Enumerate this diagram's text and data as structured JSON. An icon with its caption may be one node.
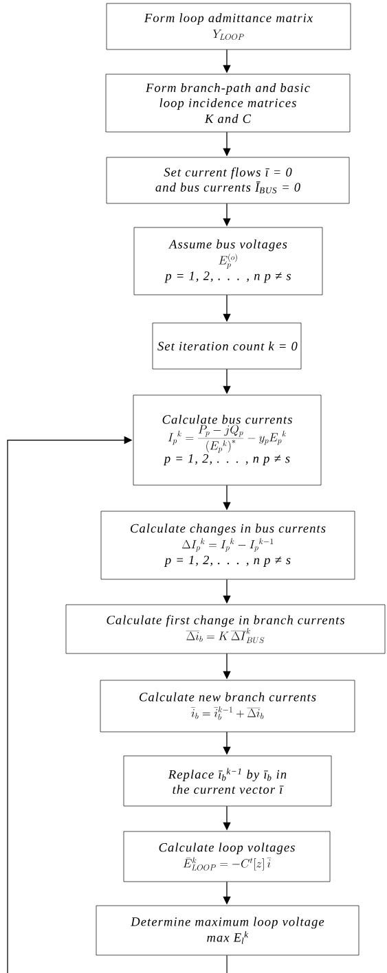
{
  "diagram": {
    "nodes": [
      {
        "text": [
          "Form loop admittance matrix",
          "Y_{LOOP}"
        ]
      },
      {
        "text": [
          "Form branch-path and basic loop incidence matrices",
          "K and C"
        ]
      },
      {
        "text": [
          "Set current flows ī = 0 and bus currents Ī$_{BUS}$ = 0"
        ]
      },
      {
        "text": [
          "Assume bus voltages",
          "E_p^{(o)}",
          "p = 1, 2, . . . , n   p ≠ s"
        ]
      },
      {
        "text": [
          "Set iteration count k = 0"
        ]
      },
      {
        "text": [
          "Calculate bus currents",
          "I_p{}^{k} = \\frac{P_p - jQ_p}{\\left(E_p{}^{k}\\right)^{*}} - y_p E_p{}^{k}",
          "p = 1, 2, . . . , n   p ≠ s"
        ]
      },
      {
        "text": [
          "Calculate changes in bus currents",
          "\\Delta I_p{}^{k} = I_p{}^{k} - I_p{}^{k-1}",
          "p = 1, 2, . . . , n   p ≠ s"
        ]
      },
      {
        "text": [
          "Calculate first change in branch currents",
          "\\overline{\\Delta i}_b = K\\,\\overline{\\Delta I}^{k}_{BUS}"
        ]
      },
      {
        "text": [
          "Calculate new branch currents",
          "\\bar{i}_b = \\bar{i}_b^{k-1} + \\overline{\\Delta i}_b"
        ]
      },
      {
        "text": [
          "Replace ī$_{b}$$^{k−1}$ by ī$_{b}$ in the current vector ī"
        ]
      },
      {
        "text": [
          "Calculate loop voltages",
          "\\bar{E}^{k}_{LOOP} = -C^{t}[z]\\,\\bar{i}"
        ]
      },
      {
        "text": [
          "Determine maximum loop voltage",
          "max E$_{l}$$^{k}$"
        ]
      }
    ],
    "edges": [
      {
        "from": 0,
        "to": 1,
        "arrow": "to"
      },
      {
        "from": 1,
        "to": 2,
        "arrow": "to"
      },
      {
        "from": 2,
        "to": 3,
        "arrow": "to"
      },
      {
        "from": 3,
        "to": 4,
        "arrow": "to"
      },
      {
        "from": 4,
        "to": 5,
        "arrow": "to"
      },
      {
        "from": 5,
        "to": 6,
        "arrow": "to"
      },
      {
        "from": 6,
        "to": 7,
        "arrow": "to"
      },
      {
        "from": 7,
        "to": 8,
        "arrow": "to"
      },
      {
        "from": 8,
        "to": 9,
        "arrow": "to"
      },
      {
        "from": 9,
        "to": 10,
        "arrow": "to"
      },
      {
        "from": 10,
        "to": 11,
        "arrow": "to"
      },
      {
        "from": 11,
        "to": null,
        "arrow": "none"
      },
      {
        "from": null,
        "to": 5,
        "arrow": "to"
      }
    ]
  }
}
